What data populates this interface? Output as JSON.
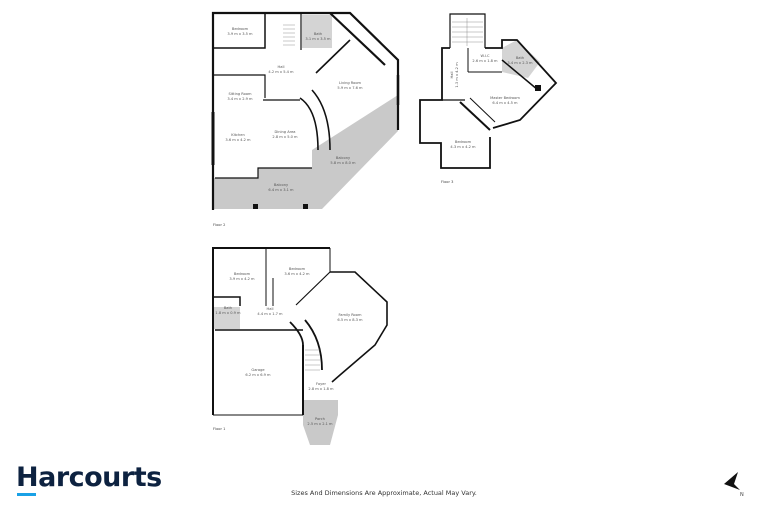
{
  "brand": {
    "name": "Harcourts",
    "text_color": "#0d2240",
    "accent_color": "#19a1e6"
  },
  "disclaimer": "Sizes And Dimensions Are Approximate, Actual May Vary.",
  "north_arrow": {
    "label": "N"
  },
  "floors": [
    {
      "label": "Floor 2",
      "rooms": [
        {
          "name": "Bedroom",
          "dims": "3.9 m x 3.5 m"
        },
        {
          "name": "Bath",
          "dims": "3.1 m x 3.5 m"
        },
        {
          "name": "Hall",
          "dims": "4.2 m x 5.4 m"
        },
        {
          "name": "Living Room",
          "dims": "5.9 m x 7.6 m"
        },
        {
          "name": "Sitting Room",
          "dims": "3.4 m x 2.9 m"
        },
        {
          "name": "Dining Area",
          "dims": "2.8 m x 5.0 m"
        },
        {
          "name": "Kitchen",
          "dims": "3.6 m x 4.2 m"
        },
        {
          "name": "Balcony",
          "dims": "5.8 m x 8.0 m"
        },
        {
          "name": "Balcony",
          "dims": "6.4 m x 3.1 m"
        }
      ]
    },
    {
      "label": "Floor 3",
      "rooms": [
        {
          "name": "W.I.C",
          "dims": "2.6 m x 1.8 m"
        },
        {
          "name": "Bath",
          "dims": "3.4 m x 2.3 m"
        },
        {
          "name": "Hall",
          "dims": "1.3 m x 4.2 m"
        },
        {
          "name": "Master Bedroom",
          "dims": "6.4 m x 4.5 m"
        },
        {
          "name": "Bedroom",
          "dims": "4.3 m x 4.2 m"
        }
      ]
    },
    {
      "label": "Floor 1",
      "rooms": [
        {
          "name": "Bedroom",
          "dims": "3.9 m x 4.2 m"
        },
        {
          "name": "Bedroom",
          "dims": "3.6 m x 4.2 m"
        },
        {
          "name": "Bath",
          "dims": "1.8 m x 0.9 m"
        },
        {
          "name": "Hall",
          "dims": "4.4 m x 1.7 m"
        },
        {
          "name": "Family Room",
          "dims": "6.5 m x 8.3 m"
        },
        {
          "name": "Garage",
          "dims": "6.2 m x 6.9 m"
        },
        {
          "name": "Foyer",
          "dims": "2.8 m x 1.8 m"
        },
        {
          "name": "Porch",
          "dims": "2.5 m x 2.1 m"
        }
      ]
    }
  ]
}
